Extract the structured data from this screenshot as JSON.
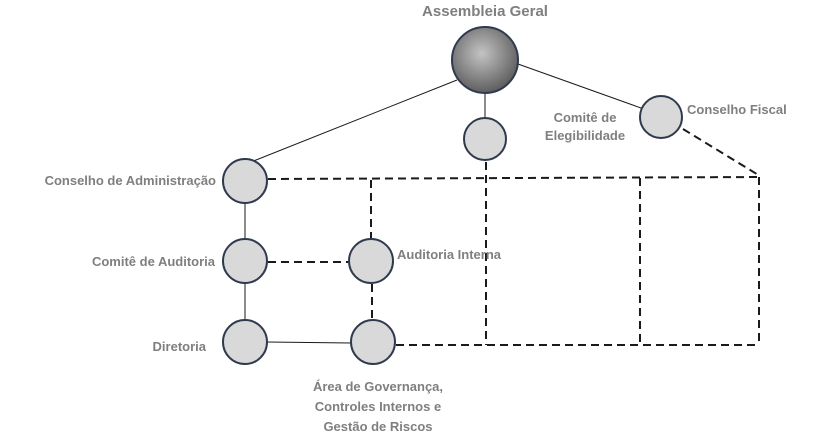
{
  "nodes": {
    "assembleia": "Assembleia Geral",
    "comite_elegibilidade": [
      "Comitê de",
      "Elegibilidade"
    ],
    "conselho_fiscal": "Conselho Fiscal",
    "conselho_administracao": "Conselho de Administração",
    "comite_auditoria": "Comitê de Auditoria",
    "auditoria_interna": "Auditoria Interna",
    "diretoria": "Diretoria",
    "area_governanca": [
      "Área de Governança,",
      "Controles Internos e",
      "Gestão de Riscos"
    ]
  },
  "colors": {
    "node_fill": "#d9d9d9",
    "node_stroke": "#2f3b4d",
    "root_fill_center": "#bfbfbf",
    "root_fill_edge": "#5e5e5e",
    "line": "#1a1a1a",
    "label": "#7f7f7f"
  }
}
